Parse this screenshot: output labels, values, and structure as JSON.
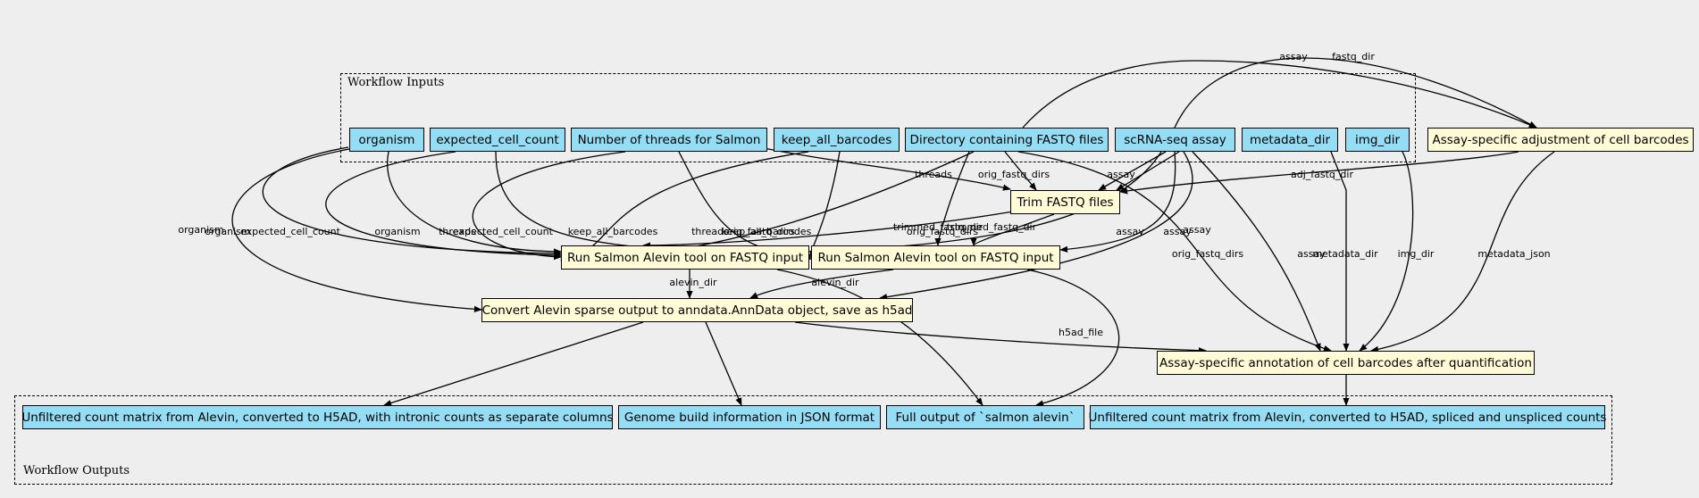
{
  "clusters": {
    "inputs_label": "Workflow Inputs",
    "outputs_label": "Workflow Outputs"
  },
  "colors": {
    "io_fill": "#94ddf4",
    "step_fill": "#fffbd6",
    "background": "#eeeeee"
  },
  "nodes": {
    "organism": "organism",
    "expected_cell_count": "expected_cell_count",
    "threads": "Number of threads for Salmon",
    "keep_all_barcodes": "keep_all_barcodes",
    "fastq_dir": "Directory containing FASTQ files",
    "assay": "scRNA-seq assay",
    "metadata_dir": "metadata_dir",
    "img_dir": "img_dir",
    "adjust_barcodes": "Assay-specific adjustment of cell barcodes",
    "trim": "Trim FASTQ files",
    "salmon1": "Run Salmon Alevin tool on FASTQ input",
    "salmon2": "Run Salmon Alevin tool on FASTQ input",
    "convert": "Convert Alevin sparse output to anndata.AnnData object, save as h5ad",
    "annotate": "Assay-specific annotation of cell barcodes after quantification",
    "out_intronic": "Unfiltered count matrix from Alevin, converted to H5AD, with intronic counts as separate columns",
    "out_genome": "Genome build information in JSON format",
    "out_salmon": "Full output of `salmon alevin`",
    "out_spliced": "Unfiltered count matrix from Alevin, converted to H5AD, spliced and unspliced counts"
  },
  "edge_labels": {
    "assay": "assay",
    "fastq_dir": "fastq_dir",
    "threads": "threads",
    "orig_fastq_dirs": "orig_fastq_dirs",
    "adj_fastq_dir": "adj_fastq_dir",
    "organism": "organism",
    "expected_cell_count": "expected_cell_count",
    "keep_all_barcodes": "keep_all_barcodes",
    "trimmed_fastq_dir": "trimmed_fastq_dir",
    "alevin_dir": "alevin_dir",
    "h5ad_file": "h5ad_file",
    "metadata_dir": "metadata_dir",
    "img_dir": "img_dir",
    "metadata_json": "metadata_json"
  }
}
